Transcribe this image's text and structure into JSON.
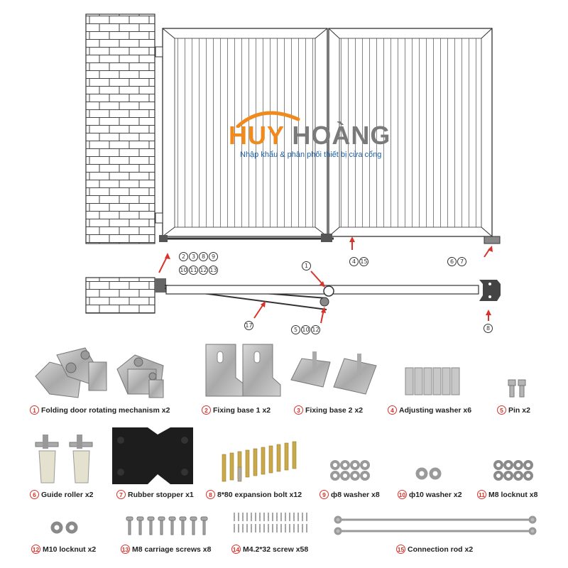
{
  "brand": {
    "name_part1": "HUY",
    "name_part2": "HOÀNG",
    "tagline": "Nhập khẩu & phân phối thiết bị cửa cổng",
    "colors": {
      "orange": "#f08a1c",
      "gray": "#7a7a7a",
      "blue": "#1a5ea8",
      "accent": "#d8322b"
    }
  },
  "diagram_callouts": {
    "group_a_row1": [
      "2",
      "3",
      "8",
      "9"
    ],
    "group_a_row2": [
      "10",
      "11",
      "12",
      "13"
    ],
    "group_b": [
      "4",
      "15"
    ],
    "group_c": [
      "6",
      "7"
    ],
    "top_view_1": "1",
    "top_view_17": "17",
    "top_view_bottom": [
      "5",
      "10",
      "12"
    ],
    "top_view_8": "8"
  },
  "parts": [
    {
      "no": "1",
      "label": "Folding door rotating mechanism x2"
    },
    {
      "no": "2",
      "label": "Fixing base 1 x2"
    },
    {
      "no": "3",
      "label": "Fixing base 2 x2"
    },
    {
      "no": "4",
      "label": "Adjusting washer x6"
    },
    {
      "no": "5",
      "label": "Pin x2"
    },
    {
      "no": "6",
      "label": "Guide roller x2"
    },
    {
      "no": "7",
      "label": "Rubber stopper x1"
    },
    {
      "no": "8",
      "label": "8*80 expansion bolt x12"
    },
    {
      "no": "9",
      "label": "ф8 washer x8"
    },
    {
      "no": "10",
      "label": "ф10 washer x2"
    },
    {
      "no": "11",
      "label": "M8 locknut x8"
    },
    {
      "no": "12",
      "label": "M10 locknut x2"
    },
    {
      "no": "13",
      "label": "M8 carriage screws x8"
    },
    {
      "no": "14",
      "label": "M4.2*32 screw x58"
    },
    {
      "no": "15",
      "label": "Connection rod x2"
    }
  ]
}
